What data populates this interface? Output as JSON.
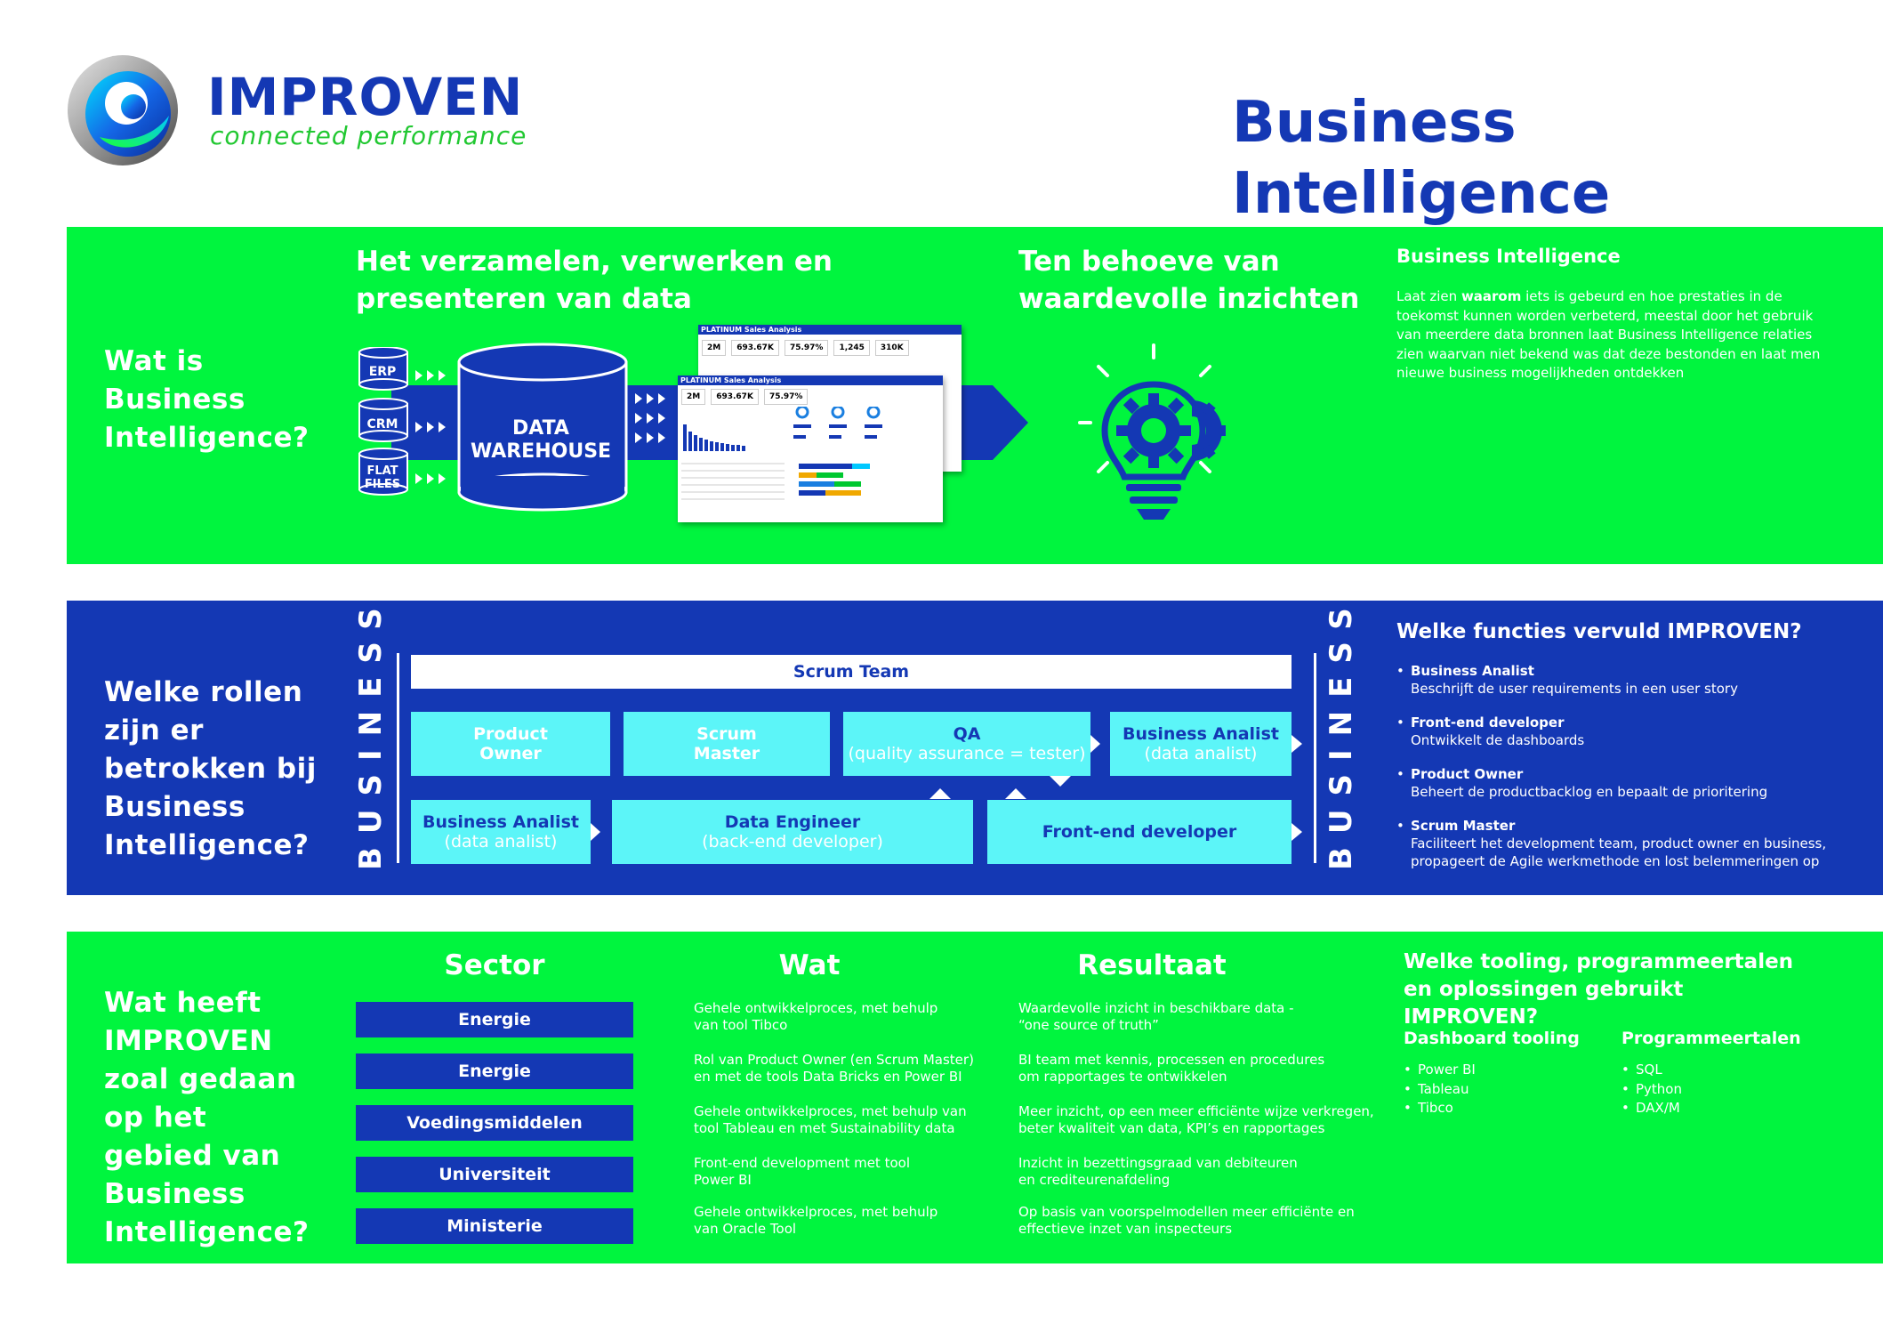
{
  "header": {
    "brand": "IMPROVEN",
    "tagline": "connected performance",
    "title": "Business Intelligence"
  },
  "section1": {
    "question": "Wat is Business Intelligence?",
    "heading_left": "Het verzamelen, verwerken en presenteren van data",
    "heading_mid": "Ten behoeve van waardevolle inzichten",
    "sources": [
      "ERP",
      "CRM",
      "FLAT FILES"
    ],
    "warehouse": "DATA WAREHOUSE",
    "dashboard_title": "PLATINUM Sales Analysis",
    "kpis": [
      "2M",
      "693.67K",
      "75.97%",
      "1,245",
      "310K"
    ],
    "side_title": "Business Intelligence",
    "side_text_pre": "Laat zien ",
    "side_text_bold": "waarom",
    "side_text_post": " iets is gebeurd en hoe prestaties in de toekomst kunnen worden verbeterd, meestal door het gebruik van meerdere data bronnen laat Business Intelligence relaties zien waarvan niet bekend was dat deze bestonden en laat men nieuwe business mogelijkheden ontdekken"
  },
  "section2": {
    "question": "Welke rollen zijn er betrokken bij Business Intelligence?",
    "business_label": "BUSINESS",
    "scrum_team": "Scrum Team",
    "row1": [
      {
        "title": "Product",
        "sub": "Owner"
      },
      {
        "title": "Scrum",
        "sub": "Master"
      },
      {
        "title": "QA",
        "sub": "(quality assurance = tester)"
      },
      {
        "title": "Business Analist",
        "sub": "(data analist)"
      }
    ],
    "row2": [
      {
        "title": "Business Analist",
        "sub": "(data analist)"
      },
      {
        "title": "Data Engineer",
        "sub": "(back-end developer)"
      },
      {
        "title": "Front-end developer",
        "sub": ""
      }
    ],
    "side_title": "Welke functies vervuld IMPROVEN?",
    "functions": [
      {
        "title": "Business Analist",
        "desc": "Beschrijft de user requirements in een user story"
      },
      {
        "title": "Front-end developer",
        "desc": "Ontwikkelt de dashboards"
      },
      {
        "title": "Product Owner",
        "desc": "Beheert de productbacklog en bepaalt de prioritering"
      },
      {
        "title": "Scrum Master",
        "desc": "Faciliteert het development team, product owner en business, propageert de Agile werkmethode en lost belemmeringen op"
      }
    ]
  },
  "section3": {
    "question": "Wat heeft IMPROVEN zoal gedaan op het gebied van Business Intelligence?",
    "col_sector": "Sector",
    "col_wat": "Wat",
    "col_resultaat": "Resultaat",
    "rows": [
      {
        "sector": "Energie",
        "wat1": "Gehele ontwikkelproces, met behulp",
        "wat2": "van tool Tibco",
        "res1": "Waardevolle inzicht in beschikbare data -",
        "res2": "“one source of truth”"
      },
      {
        "sector": "Energie",
        "wat1": "Rol van Product Owner (en Scrum Master)",
        "wat2": "en met de tools Data Bricks en Power BI",
        "res1": "BI team met kennis, processen en procedures",
        "res2": "om rapportages te ontwikkelen"
      },
      {
        "sector": "Voedingsmiddelen",
        "wat1": "Gehele ontwikkelproces, met behulp van",
        "wat2": "tool Tableau en met Sustainability data",
        "res1": "Meer inzicht, op een meer efficiënte wijze verkregen,",
        "res2": "beter kwaliteit van data, KPI’s en rapportages"
      },
      {
        "sector": "Universiteit",
        "wat1": "Front-end development met tool",
        "wat2": "Power BI",
        "res1": "Inzicht in bezettingsgraad van debiteuren",
        "res2": "en crediteurenafdeling"
      },
      {
        "sector": "Ministerie",
        "wat1": "Gehele ontwikkelproces, met behulp",
        "wat2": "van Oracle Tool",
        "res1": "Op basis van voorspelmodellen meer efficiënte en",
        "res2": "effectieve inzet van inspecteurs"
      }
    ],
    "side_title": "Welke tooling, programmeertalen en oplossingen gebruikt IMPROVEN?",
    "tooling_title": "Dashboard tooling",
    "tooling": [
      "Power BI",
      "Tableau",
      "Tibco"
    ],
    "lang_title": "Programmeertalen",
    "languages": [
      "SQL",
      "Python",
      "DAX/M"
    ]
  }
}
